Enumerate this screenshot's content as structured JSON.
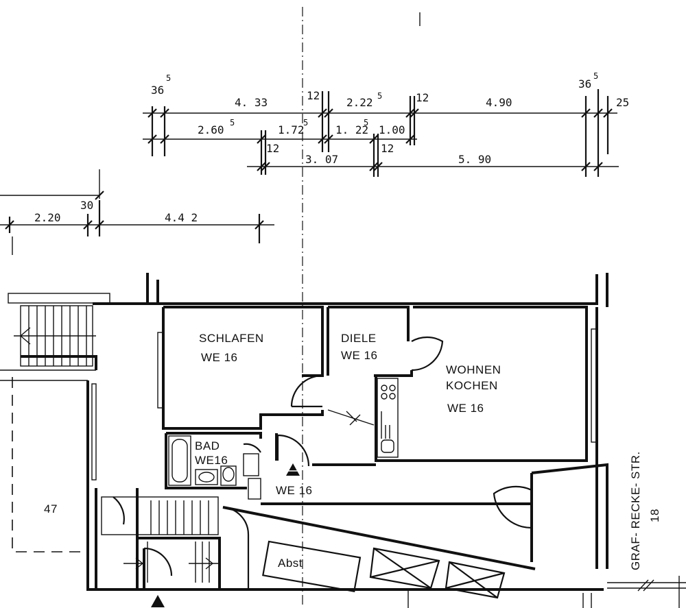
{
  "dimensions": {
    "row1": [
      "4. 33",
      "2.22",
      "4.90"
    ],
    "row1_sup": [
      "5"
    ],
    "row2": [
      "2.60",
      "1.72",
      "1. 22",
      "1.00"
    ],
    "row2_sup": [
      "5",
      "5",
      "5"
    ],
    "row3": [
      "3. 07",
      "5. 90"
    ],
    "small": [
      "36",
      "12",
      "12",
      "36",
      "25",
      "12",
      "12"
    ],
    "small_sup": [
      "5",
      "5"
    ],
    "left": [
      "2.20",
      "30",
      "4.4 2"
    ]
  },
  "rooms": {
    "schlafen": [
      "SCHLAFEN",
      "WE 16"
    ],
    "diele": [
      "DIELE",
      "WE 16"
    ],
    "wohnen": [
      "WOHNEN",
      "KOCHEN",
      "WE 16"
    ],
    "bad": [
      "BAD",
      "WE16"
    ],
    "flur": "WE 16",
    "neighbor": "47",
    "abst": "Abst"
  },
  "street": {
    "name": "GRAF- RECKE- STR.",
    "number": "18"
  }
}
